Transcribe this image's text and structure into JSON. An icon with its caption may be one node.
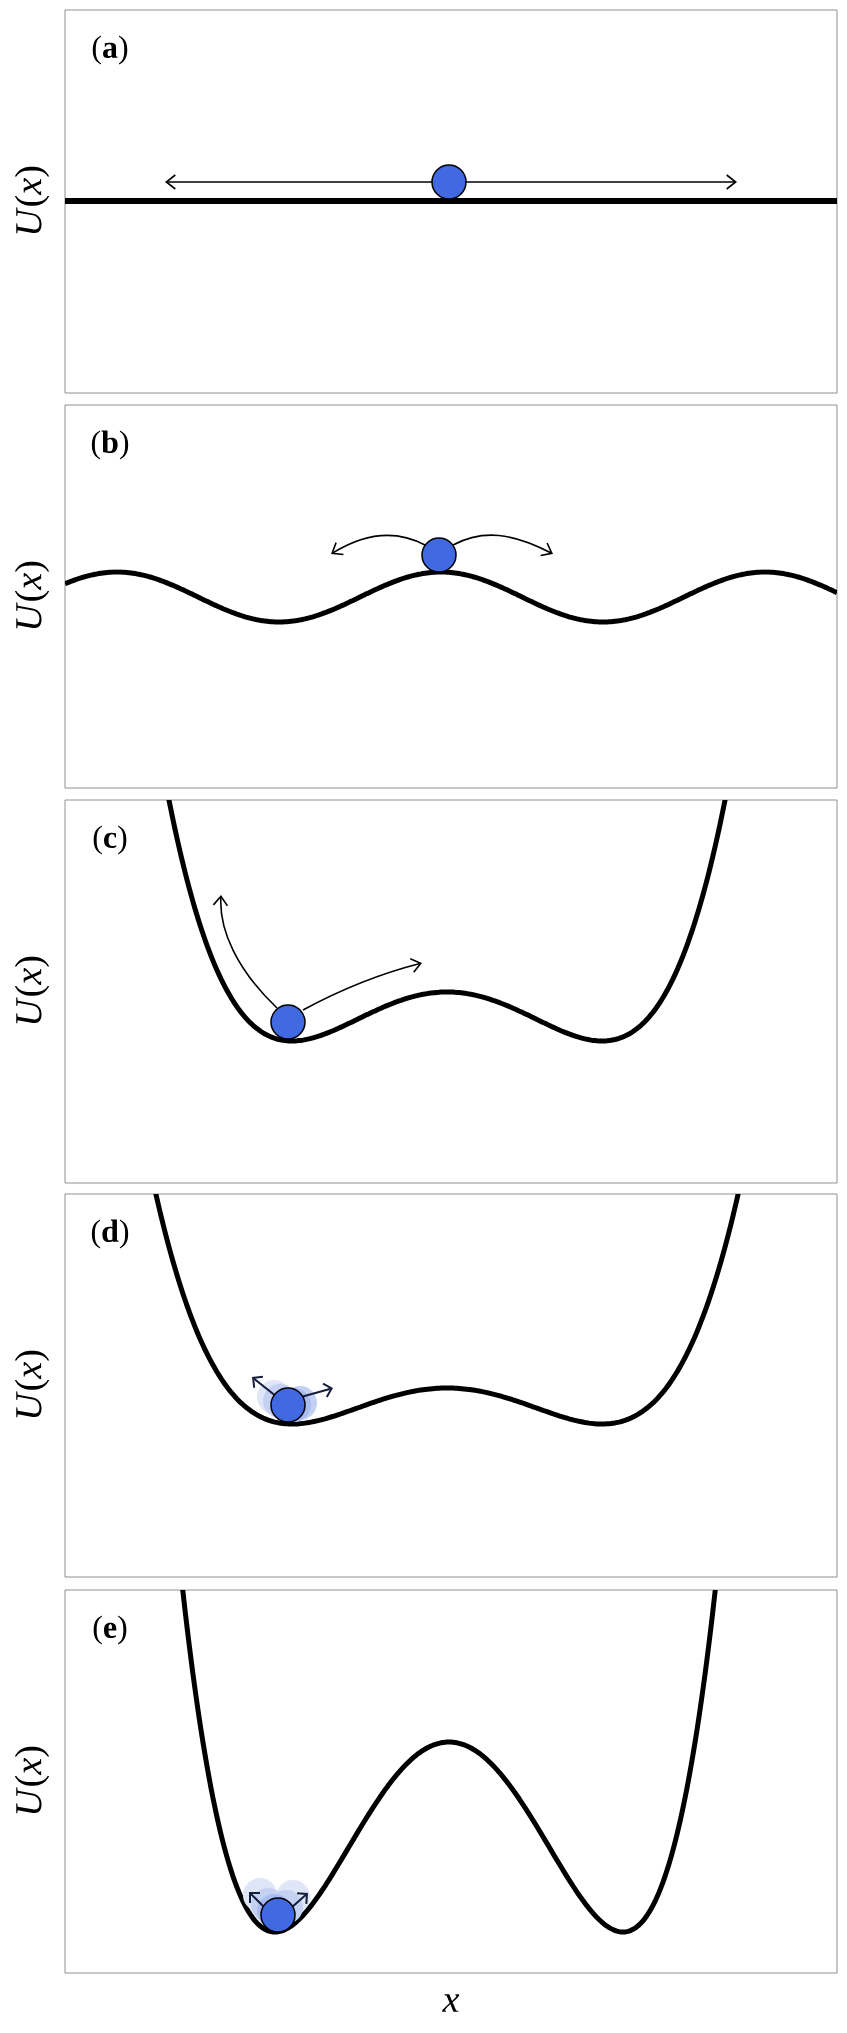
{
  "diagram": {
    "labels": [
      "(**a**)",
      "*U*(*x*)",
      "(**b**)",
      "*U*(*x*)",
      "(**c**)",
      "*U*(*x*)",
      "(**d**)",
      "*U*(*x*)",
      "(**e**)",
      "*U*(*x*)",
      "*x*"
    ]
  }
}
